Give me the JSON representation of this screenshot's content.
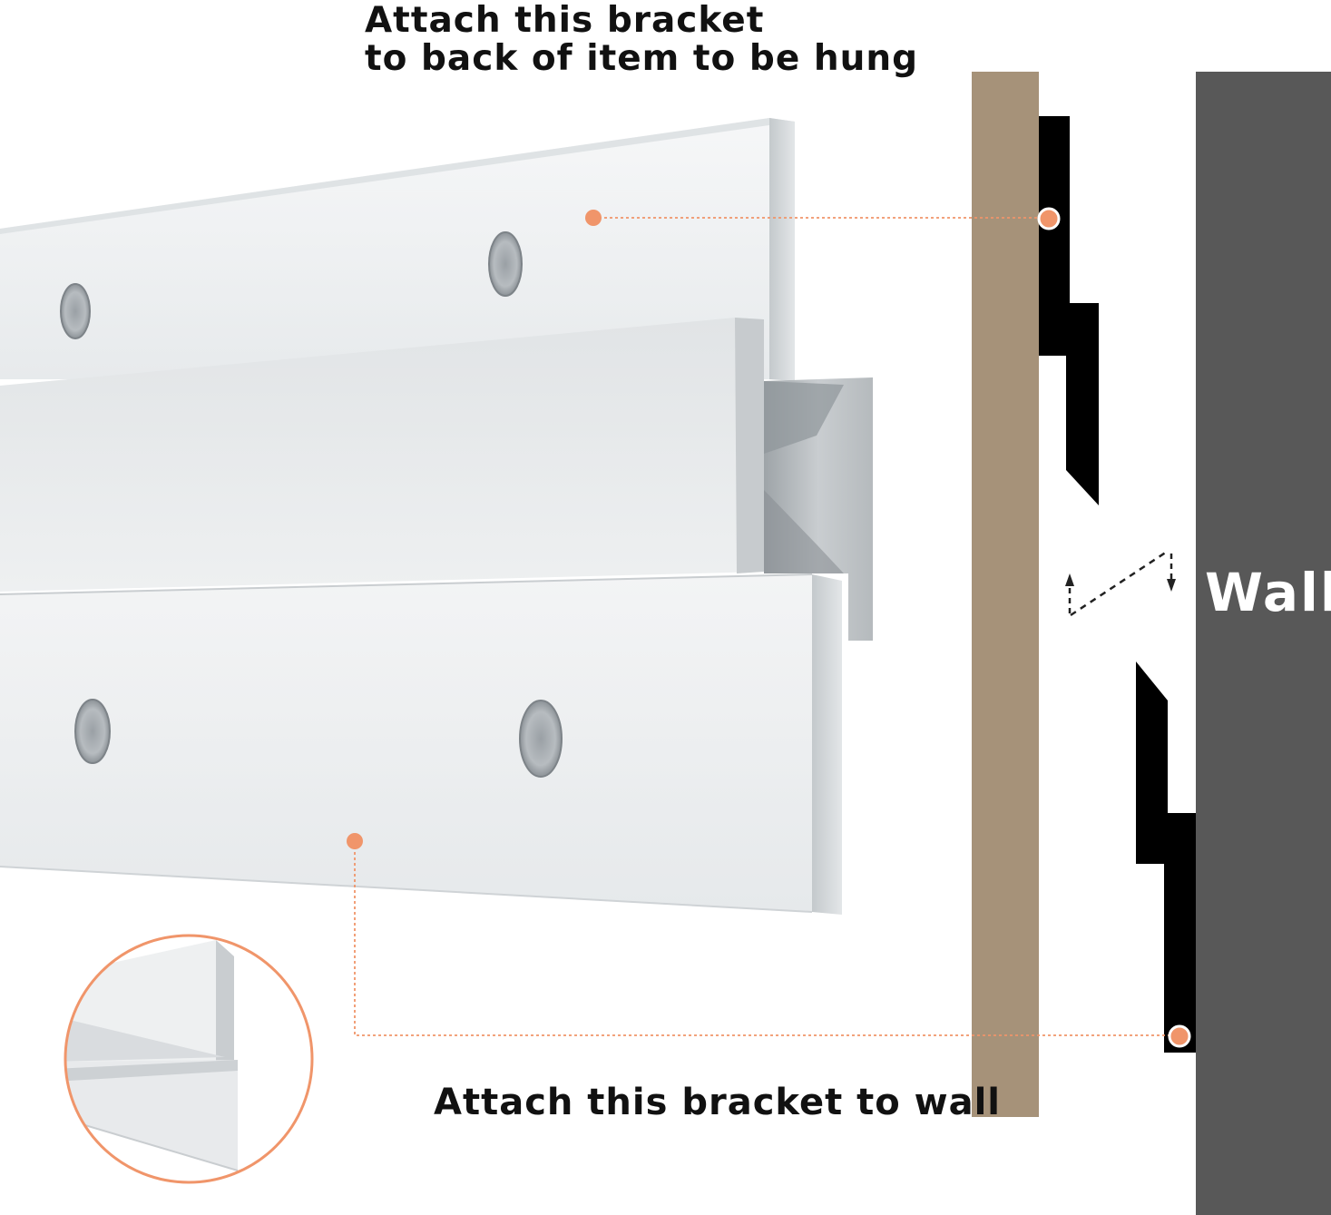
{
  "labels": {
    "top_line1": "Attach this bracket",
    "top_line2": "to back of item to be hung",
    "bottom": "Attach this bracket to wall",
    "wall": "Wall"
  },
  "colors": {
    "background": "#ffffff",
    "wood_panel": "#a69279",
    "wall": "#585858",
    "bracket_profile": "#000000",
    "callout_accent": "#f0956a",
    "aluminum_light": "#eef0f1",
    "aluminum_mid": "#d4d8db",
    "aluminum_dark": "#a9aeb2"
  },
  "icons": {
    "top_marker": "callout-dot-icon",
    "bottom_marker": "callout-dot-icon",
    "motion": "dashed-arrow-icon"
  }
}
